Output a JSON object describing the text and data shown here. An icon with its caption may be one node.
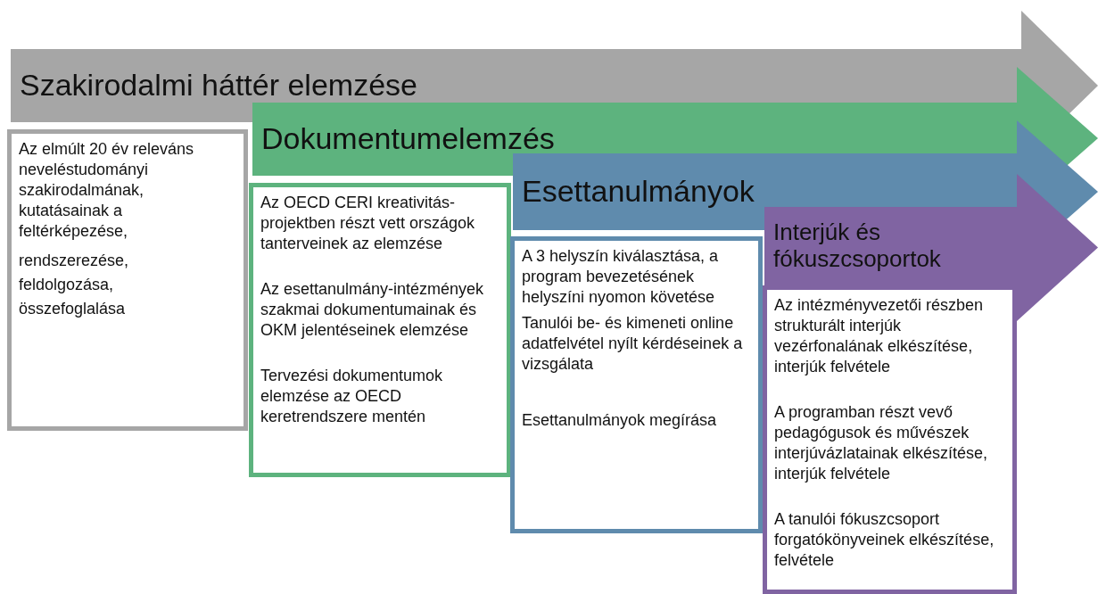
{
  "diagram": {
    "nodes": [
      {
        "text": [
          "Szakirodalmi háttér elemzése"
        ]
      },
      {
        "text": [
          "Az elmúlt 20 év releváns neveléstudományi szakirodalmának, kutatásainak a feltérképezése,",
          "rendszerezése,",
          "feldolgozása,",
          "összefoglalása"
        ]
      },
      {
        "text": [
          "Dokumentumelemzés"
        ]
      },
      {
        "text": [
          "Az OECD CERI kreativitás-projektben részt vett országok tanterveinek az elemzése",
          "Az esettanulmány-intézmények szakmai dokumentumainak és OKM jelentéseinek elemzése",
          "Tervezési dokumentumok elemzése az OECD keretrendszere mentén"
        ]
      },
      {
        "text": [
          "Esettanulmányok"
        ]
      },
      {
        "text": [
          "A 3 helyszín kiválasztása, a program bevezetésének helyszíni nyomon követése",
          "Tanulói be- és kimeneti online adatfelvétel nyílt kérdéseinek a vizsgálata",
          "Esettanulmányok megírása"
        ]
      },
      {
        "text": [
          "Interjúk és fókuszcsoportok"
        ]
      },
      {
        "text": [
          "Az intézményvezetői részben strukturált interjúk vezérfonalának elkészítése, interjúk felvétele",
          "A programban részt vevő pedagógusok és művészek interjúvázlatainak elkészítése, interjúk felvétele",
          "A tanulói fókuszcsoport forgatókönyveinek elkészítése, felvétele"
        ]
      }
    ]
  }
}
